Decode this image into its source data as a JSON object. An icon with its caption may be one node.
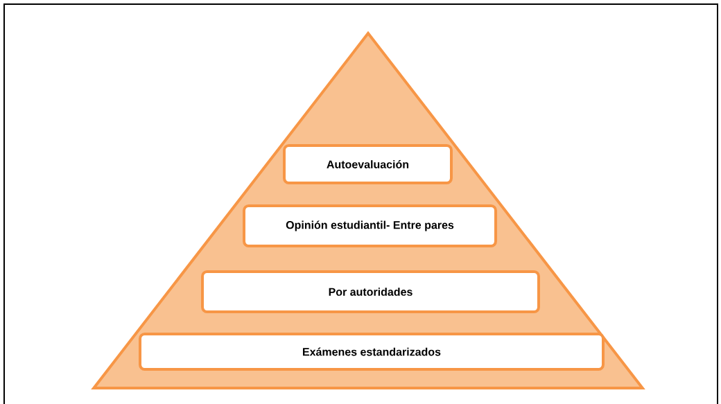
{
  "diagram": {
    "nodes": [
      {
        "text": [],
        "shape": "triangle"
      },
      {
        "text": [
          "Autoevaluación"
        ],
        "in": 0
      },
      {
        "text": [
          "Opinión estudiantil- Entre pares"
        ],
        "in": 0
      },
      {
        "text": [
          "Por  autoridades"
        ],
        "in": 0
      },
      {
        "text": [
          "Exámenes estandarizados"
        ],
        "in": 0
      }
    ]
  }
}
